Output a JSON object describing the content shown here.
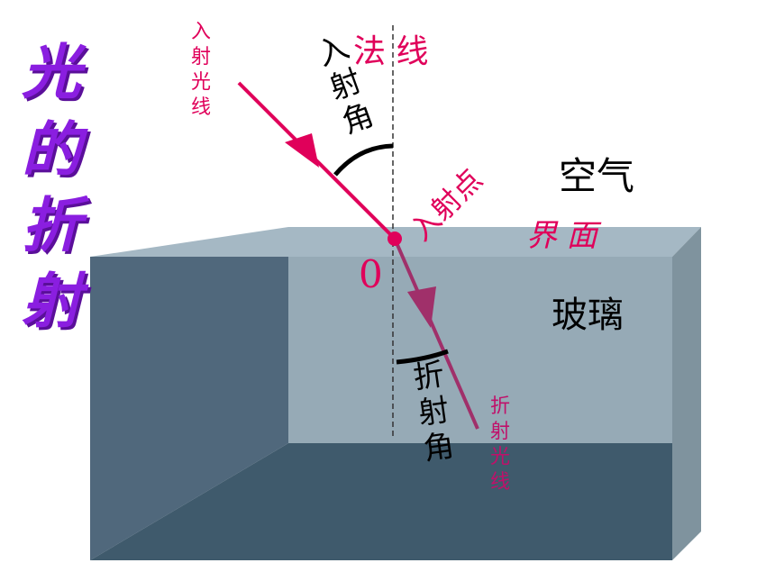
{
  "title": {
    "chars": [
      "光",
      "的",
      "折",
      "射"
    ]
  },
  "labels": {
    "incident_ray": "入射光线",
    "normal": "法 线",
    "incident_angle": "入射角",
    "incident_point": "入射点",
    "air": "空气",
    "interface": "界 面",
    "point_o": "0",
    "glass": "玻璃",
    "refraction_angle": "折射角",
    "refracted_ray": "折射光线"
  },
  "colors": {
    "title": "#8a1ee0",
    "incident_ray": "#e0005a",
    "refracted_ray": "#a0306a",
    "normal_line": "#333333",
    "glass_top": "#a5b8c4",
    "glass_back": "#96aab6",
    "glass_left": "#50687c",
    "glass_bottom": "#3f5a6c",
    "glass_right": "#7f939e"
  }
}
